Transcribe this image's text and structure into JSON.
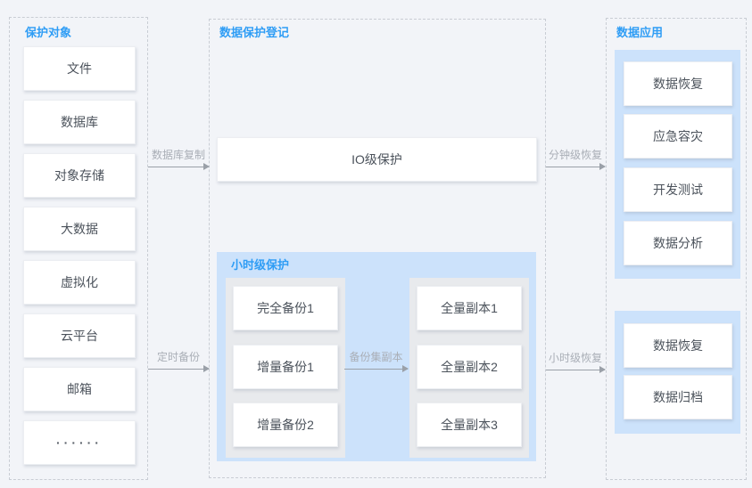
{
  "colors": {
    "background": "#F2F4F8",
    "accent_blue_text": "#2F9DF5",
    "blue_fill": "#CCE2FB",
    "gray_fill": "#E8EAED",
    "arrow_gray": "#9AA0A8"
  },
  "left_panel": {
    "title": "保护对象",
    "items": [
      "文件",
      "数据库",
      "对象存储",
      "大数据",
      "虚拟化",
      "云平台",
      "邮箱",
      "······"
    ]
  },
  "middle_panel": {
    "title": "数据保护登记",
    "io_box": "IO级保护",
    "hour_group": {
      "title": "小时级保护",
      "backups": [
        "完全备份1",
        "增量备份1",
        "增量备份2"
      ],
      "replicas": [
        "全量副本1",
        "全量副本2",
        "全量副本3"
      ]
    }
  },
  "right_panel": {
    "title": "数据应用",
    "minute_apps": [
      "数据恢复",
      "应急容灾",
      "开发测试",
      "数据分析"
    ],
    "hour_apps": [
      "数据恢复",
      "数据归档"
    ]
  },
  "arrows": {
    "db_replication": "数据库复制",
    "scheduled_backup": "定时备份",
    "backup_set_copy": "备份集副本",
    "minute_recovery": "分钟级恢复",
    "hour_recovery": "小时级恢复"
  }
}
